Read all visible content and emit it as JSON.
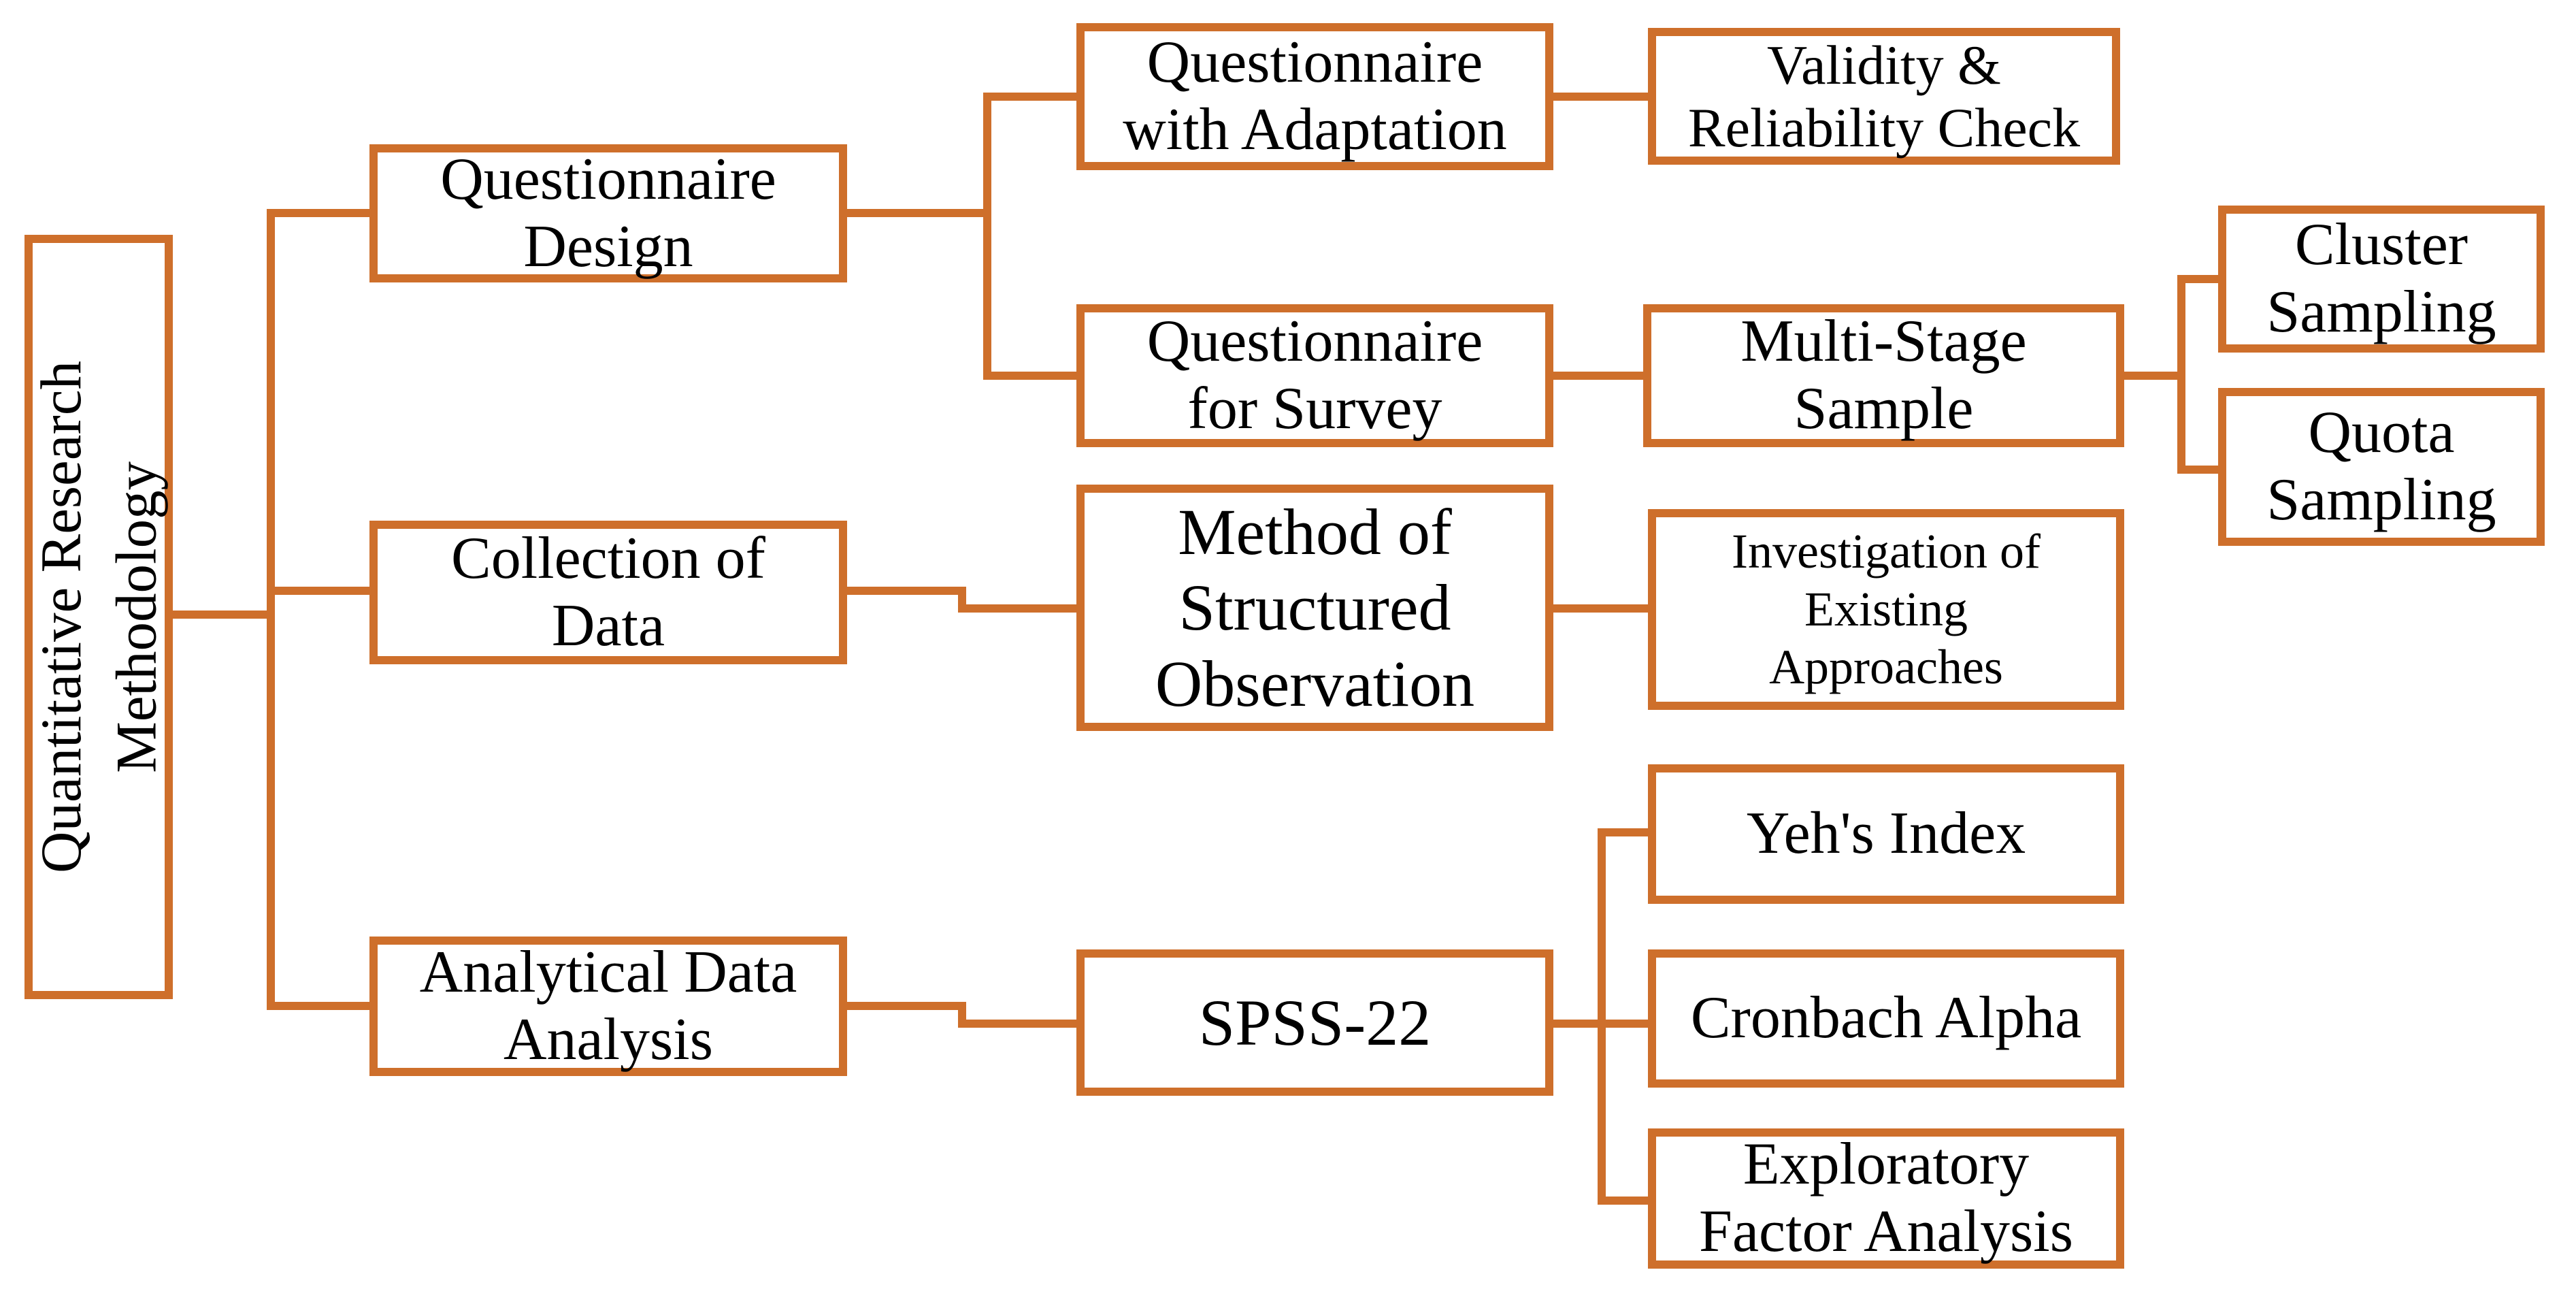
{
  "diagram": {
    "title": "Quantitative Research Methodology",
    "accent_color": "#CE6F2B",
    "text_color": "#000000",
    "background_color": "#FFFFFF",
    "root": {
      "lines": [
        "Quantitative Research",
        "Methodology"
      ]
    },
    "nodes": {
      "questionnaire_design": {
        "lines": [
          "Questionnaire",
          "Design"
        ]
      },
      "questionnaire_with_adaptation": {
        "lines": [
          "Questionnaire",
          "with Adaptation"
        ]
      },
      "validity_reliability_check": {
        "lines": [
          "Validity &",
          "Reliability Check"
        ]
      },
      "questionnaire_for_survey": {
        "lines": [
          "Questionnaire",
          "for Survey"
        ]
      },
      "multi_stage_sample": {
        "lines": [
          "Multi-Stage",
          "Sample"
        ]
      },
      "cluster_sampling": {
        "lines": [
          "Cluster",
          "Sampling"
        ]
      },
      "quota_sampling": {
        "lines": [
          "Quota",
          "Sampling"
        ]
      },
      "collection_of_data": {
        "lines": [
          "Collection of",
          "Data"
        ]
      },
      "method_structured_observation": {
        "lines": [
          "Method of",
          "Structured",
          "Observation"
        ]
      },
      "investigation_existing_approaches": {
        "lines": [
          "Investigation of",
          "Existing",
          "Approaches"
        ]
      },
      "analytical_data_analysis": {
        "lines": [
          "Analytical Data",
          "Analysis"
        ]
      },
      "spss_22": {
        "lines": [
          "SPSS-22"
        ]
      },
      "yehs_index": {
        "lines": [
          "Yeh's Index"
        ]
      },
      "cronbach_alpha": {
        "lines": [
          "Cronbach Alpha"
        ]
      },
      "exploratory_factor_analysis": {
        "lines": [
          "Exploratory",
          "Factor Analysis"
        ]
      }
    },
    "edges": [
      [
        "root",
        "questionnaire_design"
      ],
      [
        "root",
        "collection_of_data"
      ],
      [
        "root",
        "analytical_data_analysis"
      ],
      [
        "questionnaire_design",
        "questionnaire_with_adaptation"
      ],
      [
        "questionnaire_design",
        "questionnaire_for_survey"
      ],
      [
        "questionnaire_with_adaptation",
        "validity_reliability_check"
      ],
      [
        "questionnaire_for_survey",
        "multi_stage_sample"
      ],
      [
        "multi_stage_sample",
        "cluster_sampling"
      ],
      [
        "multi_stage_sample",
        "quota_sampling"
      ],
      [
        "collection_of_data",
        "method_structured_observation"
      ],
      [
        "method_structured_observation",
        "investigation_existing_approaches"
      ],
      [
        "analytical_data_analysis",
        "spss_22"
      ],
      [
        "spss_22",
        "yehs_index"
      ],
      [
        "spss_22",
        "cronbach_alpha"
      ],
      [
        "spss_22",
        "exploratory_factor_analysis"
      ]
    ]
  }
}
